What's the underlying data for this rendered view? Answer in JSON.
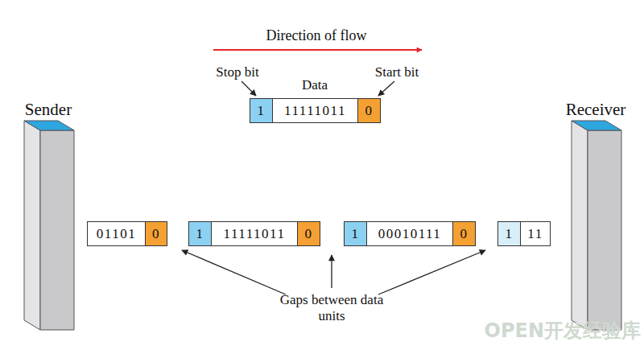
{
  "diagram": {
    "nodes": [
      {
        "text": [
          "1"
        ]
      },
      {
        "text": [
          "11111011"
        ]
      },
      {
        "text": [
          "0"
        ]
      },
      {
        "text": [
          "Sender"
        ]
      },
      {
        "text": [
          "01101"
        ]
      },
      {
        "text": [
          "0"
        ]
      },
      {
        "text": [
          "1"
        ]
      },
      {
        "text": [
          "11111011"
        ]
      },
      {
        "text": [
          "0"
        ]
      },
      {
        "text": [
          "1"
        ]
      },
      {
        "text": [
          "00010111"
        ]
      },
      {
        "text": [
          "0"
        ]
      },
      {
        "text": [
          "1"
        ]
      },
      {
        "text": [
          "11"
        ]
      },
      {
        "text": [
          "Receiver"
        ]
      }
    ],
    "labels": [
      "Direction of flow",
      "Stop bit",
      "Data",
      "Start bit",
      "Gaps between data units",
      "OPEN开发经验库"
    ]
  }
}
